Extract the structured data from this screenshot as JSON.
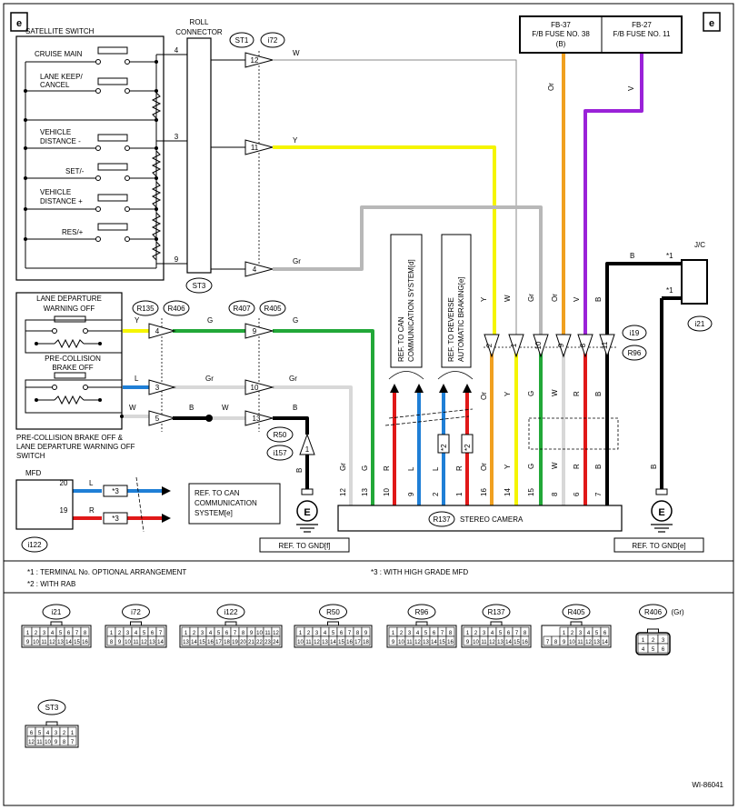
{
  "page_corner_left": "e",
  "page_corner_right": "e",
  "satellite": {
    "title": "SATELLITE SWITCH",
    "cruise_main": "CRUISE MAIN",
    "lane_keep_1": "LANE KEEP/",
    "lane_keep_2": "CANCEL",
    "veh_minus_1": "VEHICLE",
    "veh_minus_2": "DISTANCE -",
    "set": "SET/-",
    "veh_plus_1": "VEHICLE",
    "veh_plus_2": "DISTANCE +",
    "res": "RES/+"
  },
  "roll": {
    "title1": "ROLL",
    "title2": "CONNECTOR",
    "pin4": "4",
    "pin3": "3",
    "pin9": "9",
    "ref": "ST3"
  },
  "conn_top": {
    "st1": "ST1",
    "i72": "i72",
    "p12": "12",
    "p11": "11",
    "p4": "4"
  },
  "wire_colors": {
    "w": "W",
    "y": "Y",
    "gr": "Gr",
    "g": "G",
    "l": "L",
    "b": "B",
    "r": "R",
    "or": "Or",
    "v": "V"
  },
  "fuses": {
    "fb37_1": "FB-37",
    "fb37_2": "F/B FUSE NO. 38",
    "fb37_3": "(B)",
    "fb27_1": "FB-27",
    "fb27_2": "F/B FUSE NO. 11"
  },
  "ldw": {
    "title1": "LANE DEPARTURE",
    "title2": "WARNING OFF",
    "pc1": "PRE-COLLISION",
    "pc2": "BRAKE OFF",
    "caption1": "PRE-COLLISION BRAKE OFF &",
    "caption2": "LANE DEPARTURE WARNING OFF",
    "caption3": "SWITCH"
  },
  "mid_conn": {
    "r135": "R135",
    "r406": "R406",
    "r407": "R407",
    "r405": "R405",
    "p4a": "4",
    "p9": "9",
    "p3": "3",
    "p10": "10",
    "p5": "5",
    "p13": "13",
    "r50": "R50",
    "i157": "i157",
    "p1": "1"
  },
  "ref_boxes": {
    "can1": "REF. TO CAN",
    "can2": "COMMUNICATION SYSTEM[d]",
    "rab1": "REF. TO REVERSE",
    "rab2": "AUTOMATIC BRAKING[e]",
    "mfd1": "REF. TO CAN",
    "mfd2": "COMMUNICATION",
    "mfd3": "SYSTEM[e]",
    "gnd_f": "REF. TO GND[f]",
    "gnd_e": "REF. TO GND[e]"
  },
  "camera": {
    "label": "STEREO CAMERA",
    "ref": "R137",
    "pins": [
      "12",
      "13",
      "10",
      "9",
      "2",
      "1",
      "16",
      "14",
      "15",
      "8",
      "6",
      "7"
    ]
  },
  "camera_conn": {
    "i19": "i19",
    "r96": "R96",
    "pins": [
      "2",
      "1",
      "10",
      "9",
      "8",
      "11"
    ]
  },
  "jc": {
    "label": "J/C",
    "ref": "i21",
    "star1a": "*1",
    "star1b": "*1"
  },
  "mfd": {
    "label": "MFD",
    "ref": "i122",
    "p20": "20",
    "p19": "19",
    "star3": "*3"
  },
  "marks": {
    "star2": "*2",
    "e_ground": "E"
  },
  "notes": {
    "n1": "*1  : TERMINAL No. OPTIONAL ARRANGEMENT",
    "n2": "*2  : WITH RAB",
    "n3": "*3  : WITH HIGH GRADE MFD"
  },
  "connectors": [
    {
      "name": "i21",
      "rows": [
        [
          "1",
          "2",
          "3",
          "4",
          "5",
          "6",
          "7",
          "8"
        ],
        [
          "9",
          "10",
          "11",
          "12",
          "13",
          "14",
          "15",
          "16"
        ]
      ]
    },
    {
      "name": "i72",
      "rows": [
        [
          "1",
          "2",
          "3",
          "4",
          "5",
          "6",
          "7"
        ],
        [
          "8",
          "9",
          "10",
          "11",
          "12",
          "13",
          "14"
        ]
      ]
    },
    {
      "name": "i122",
      "rows": [
        [
          "1",
          "2",
          "3",
          "4",
          "5",
          "6",
          "7",
          "8",
          "9",
          "10",
          "11",
          "12"
        ],
        [
          "13",
          "14",
          "15",
          "16",
          "17",
          "18",
          "19",
          "20",
          "21",
          "22",
          "23",
          "24"
        ]
      ]
    },
    {
      "name": "R50",
      "rows": [
        [
          "1",
          "2",
          "3",
          "4",
          "5",
          "6",
          "7",
          "8",
          "9"
        ],
        [
          "10",
          "11",
          "12",
          "13",
          "14",
          "15",
          "16",
          "17",
          "18"
        ]
      ]
    },
    {
      "name": "R96",
      "rows": [
        [
          "1",
          "2",
          "3",
          "4",
          "5",
          "6",
          "7",
          "8"
        ],
        [
          "9",
          "10",
          "11",
          "12",
          "13",
          "14",
          "15",
          "16"
        ]
      ]
    },
    {
      "name": "R137",
      "rows": [
        [
          "1",
          "2",
          "3",
          "4",
          "5",
          "6",
          "7",
          "8"
        ],
        [
          "9",
          "10",
          "11",
          "12",
          "13",
          "14",
          "15",
          "16"
        ]
      ]
    },
    {
      "name": "R405",
      "rows": [
        [
          "1",
          "2",
          "3",
          "4",
          "5",
          "6"
        ],
        [
          "7",
          "8",
          "9",
          "10",
          "11",
          "12",
          "13",
          "14"
        ]
      ]
    },
    {
      "name": "R406",
      "rows": [
        [
          "1",
          "2",
          "3"
        ],
        [
          "4",
          "5",
          "6"
        ]
      ],
      "suffix": "(Gr)"
    },
    {
      "name": "ST3",
      "rows": [
        [
          "6",
          "5",
          "4",
          "3",
          "2",
          "1"
        ],
        [
          "12",
          "11",
          "10",
          "9",
          "8",
          "7"
        ]
      ]
    }
  ],
  "footer_code": "WI-86041",
  "colors": {
    "white": "#d8d8d8",
    "yellow": "#f5f500",
    "gray": "#b8b8b8",
    "green": "#22a838",
    "blue": "#1f7fd6",
    "red": "#e01818",
    "orange": "#f0a020",
    "violet": "#9a22d8",
    "black": "#000000"
  }
}
